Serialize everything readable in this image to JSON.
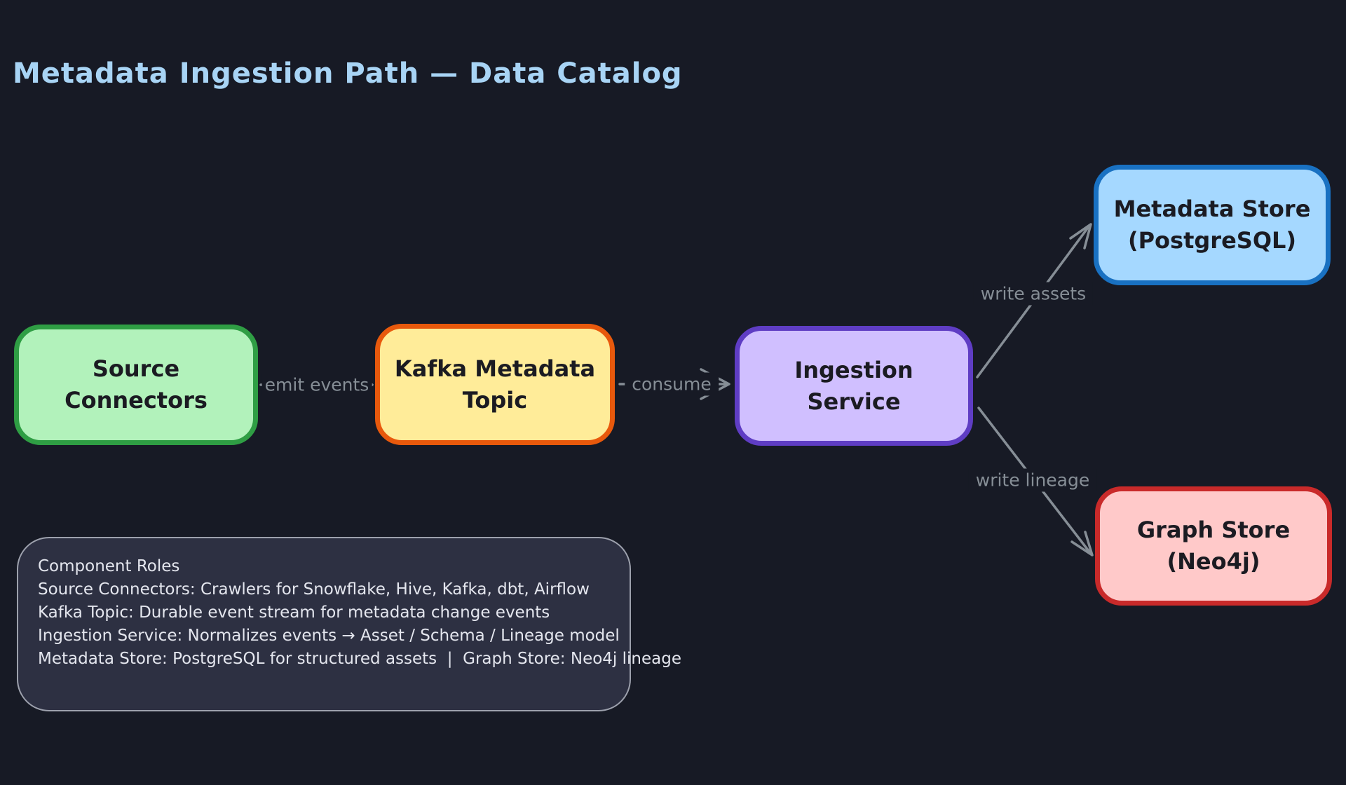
{
  "title": "Metadata Ingestion Path — Data Catalog",
  "nodes": {
    "source": {
      "line1": "Source",
      "line2": "Connectors",
      "fill": "#b2f2bb",
      "stroke": "#2f9e44"
    },
    "kafka": {
      "line1": "Kafka Metadata",
      "line2": "Topic",
      "fill": "#ffec99",
      "stroke": "#e8590c"
    },
    "ingestion": {
      "line1": "Ingestion",
      "line2": "Service",
      "fill": "#d0bfff",
      "stroke": "#5f3dc4"
    },
    "metadata_store": {
      "line1": "Metadata Store",
      "line2": "(PostgreSQL)",
      "fill": "#a5d8ff",
      "stroke": "#1971c2"
    },
    "graph_store": {
      "line1": "Graph Store",
      "line2": "(Neo4j)",
      "fill": "#ffc9c9",
      "stroke": "#c92a2a"
    }
  },
  "edges": {
    "emit": {
      "label": "emit events",
      "from": "source",
      "to": "kafka"
    },
    "consume": {
      "label": "consume",
      "from": "kafka",
      "to": "ingestion"
    },
    "write_assets": {
      "label": "write assets",
      "from": "ingestion",
      "to": "metadata_store"
    },
    "write_lineage": {
      "label": "write lineage",
      "from": "ingestion",
      "to": "graph_store"
    }
  },
  "legend": {
    "title": "Component Roles",
    "lines": [
      "Source Connectors: Crawlers for Snowflake, Hive, Kafka, dbt, Airflow",
      "Kafka Topic: Durable event stream for metadata change events",
      "Ingestion Service: Normalizes events → Asset / Schema / Lineage model",
      "Metadata Store: PostgreSQL for structured assets  |  Graph Store: Neo4j lineage"
    ]
  },
  "colors": {
    "background": "#171a25",
    "title_text": "#a8d4f5",
    "edge": "#868e96",
    "node_text": "#1b1b22",
    "legend_background": "#2d3042",
    "legend_border": "#c3c7d1",
    "legend_text": "#e4e6ee"
  }
}
